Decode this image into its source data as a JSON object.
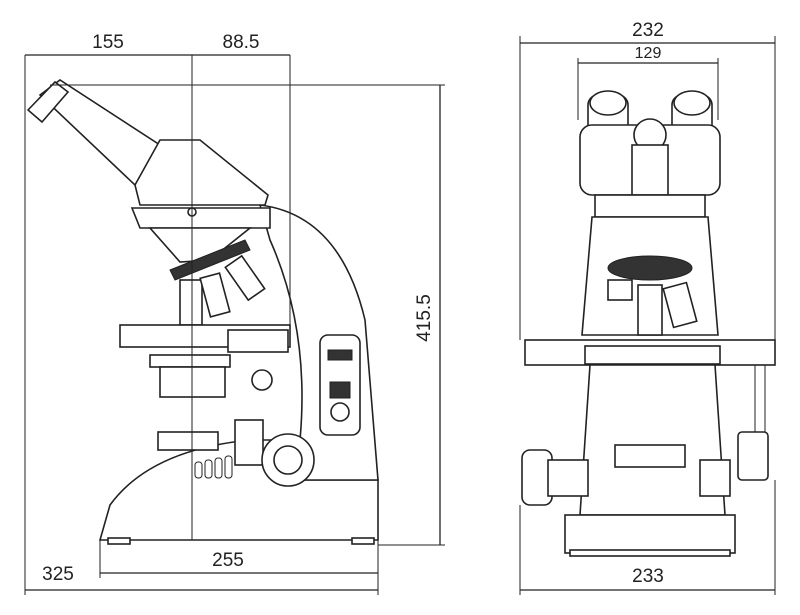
{
  "side_view": {
    "dimensions": {
      "eyepiece_to_axis": "155",
      "axis_to_arm": "88.5",
      "height": "415.5",
      "base_depth": "255",
      "overall_depth": "325"
    }
  },
  "front_view": {
    "dimensions": {
      "overall_width": "232",
      "eyepiece_span": "129",
      "base_width": "233"
    }
  }
}
